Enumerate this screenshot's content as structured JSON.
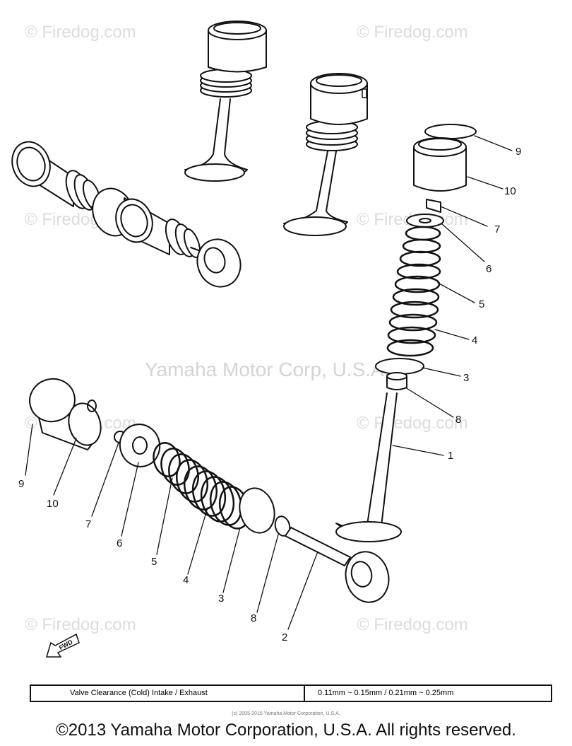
{
  "watermarks": {
    "site": "© Firedog.com",
    "center": "Yamaha Motor Corp, U.S.A."
  },
  "callouts": {
    "right": [
      "9",
      "10",
      "7",
      "6",
      "5",
      "4",
      "3",
      "8",
      "1"
    ],
    "left": [
      "9",
      "10",
      "7",
      "6",
      "5",
      "4",
      "3",
      "8",
      "2"
    ]
  },
  "fwd_badge": "FWD",
  "spec": {
    "label": "Valve Clearance (Cold) Intake / Exhaust",
    "value": "0.11mm ~ 0.15mm / 0.21mm ~ 0.25mm"
  },
  "small_copyright": "(c) 2005-2015 Yamaha Motor Corporation, U.S.A.",
  "copyright": "©2013 Yamaha Motor Corporation, U.S.A. All rights reserved."
}
